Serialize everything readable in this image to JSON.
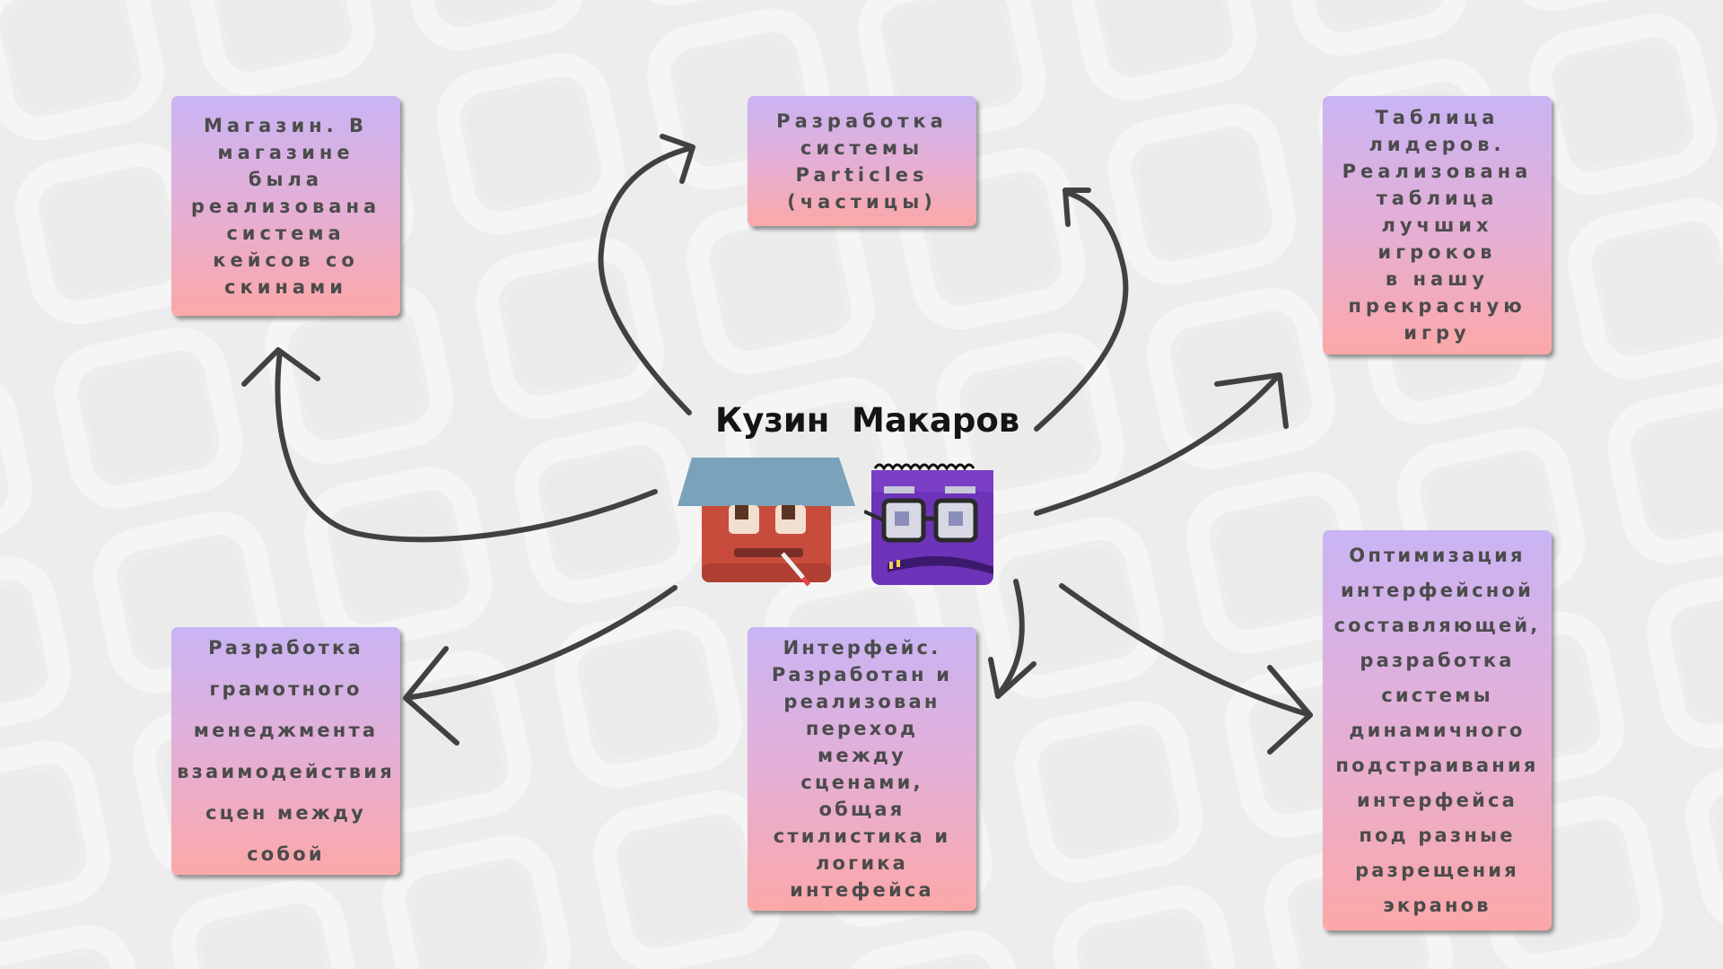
{
  "people": {
    "left_name": "Кузин",
    "right_name": "Макаров"
  },
  "cards": {
    "shop": "Магазин. В\nмагазине\nбыла\nреализована\nсистема\nкейсов со\nскинами",
    "particles": "Разработка\nсистемы\nParticles\n(частицы)",
    "leaderboard": "Таблица\nлидеров.\nРеализована\nтаблица\nлучших\nигроков\nв нашу\nпрекрасную\nигру",
    "scene_management": "Разработка\nграмотного\nменеджмента\nвзаимодействия\nсцен между\nсобой",
    "interface": "Интерфейс.\nРазработан и\nреализован\nпереход\nмежду\nсценами,\nобщая\nстилистика и\nлогика\nинтефейса",
    "optimization": "Оптимизация\nинтерфейсной\nсоставляющей,\nразработка\nсистемы\nдинамичного\nподстраивания\nинтерфейса\nпод разные\nразрещения\nэкранов"
  },
  "colors": {
    "card_gradient_top": "#c9b4f4",
    "card_gradient_bottom": "#fca8a8",
    "card_text": "#4b4b4b",
    "arrow": "#414141",
    "background": "#ebebeb"
  },
  "icons": {
    "left_avatar": "house-face-icon",
    "right_avatar": "nerd-glasses-face-icon"
  }
}
